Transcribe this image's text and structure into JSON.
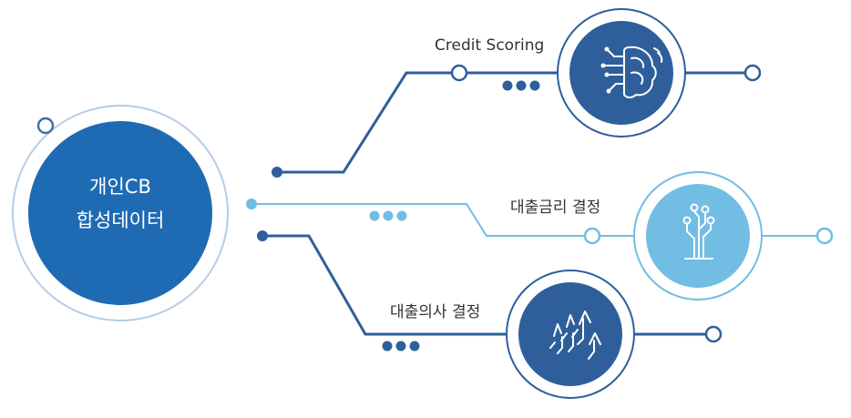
{
  "hub": {
    "line1": "개인CB",
    "line2": "합성데이터"
  },
  "branches": [
    {
      "label": "Credit Scoring",
      "icon": "brain-circuit-icon"
    },
    {
      "label": "대출금리 결정",
      "icon": "circuit-tree-icon"
    },
    {
      "label": "대출의사 결정",
      "icon": "rising-arrows-icon"
    }
  ],
  "colors": {
    "primary": "#1f6bb3",
    "dark": "#2f5f9b",
    "light": "#72bde3",
    "ring": "#a9c6e4"
  }
}
